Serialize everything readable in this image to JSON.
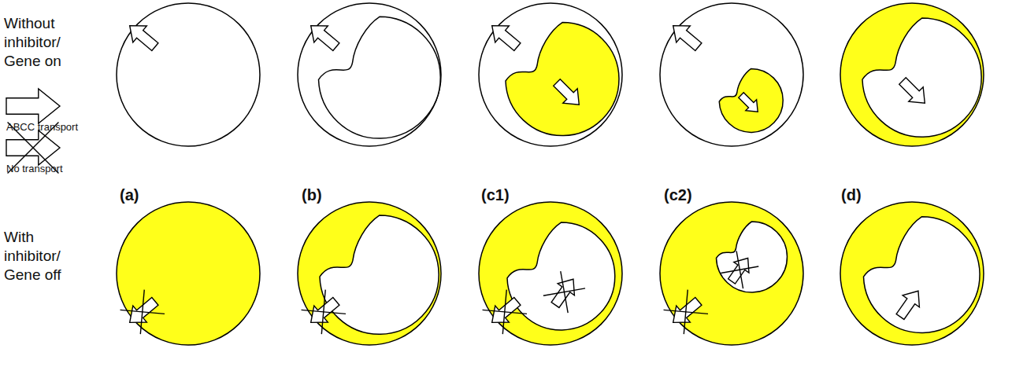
{
  "diagram": {
    "labels": [
      "Without inhibitor/ Gene on",
      "With inhibitor/ Gene off",
      "(a)",
      "(b)",
      "(c1)",
      "(c2)",
      "(d)"
    ],
    "legend": [
      {
        "text": "ABCC transport"
      },
      {
        "text": "No transport"
      }
    ]
  }
}
